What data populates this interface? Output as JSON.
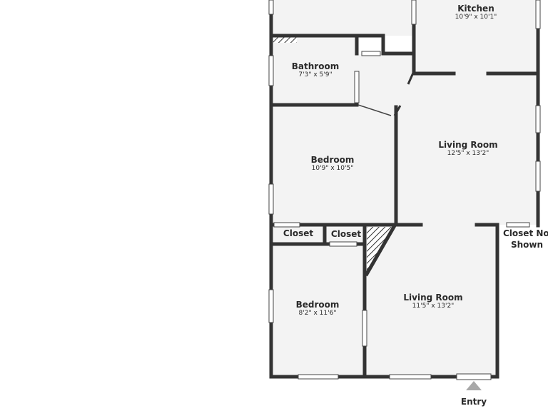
{
  "rooms": [
    {
      "name": "Kitchen",
      "dims": "10'9\" x 10'1\""
    },
    {
      "name": "Bathroom",
      "dims": "7'3\" x 5'9\""
    },
    {
      "name": "Living Room",
      "dims": "12'5\" x 13'2\""
    },
    {
      "name": "Bedroom",
      "dims": "10'9\" x 10'5\""
    },
    {
      "name": "Bedroom",
      "dims": "8'2\" x 11'6\""
    },
    {
      "name": "Living Room",
      "dims": "11'5\" x 13'2\""
    }
  ],
  "closets": [
    "Closet",
    "Closet"
  ],
  "notes": {
    "closet_not_shown_1": "Closet Not",
    "closet_not_shown_2": "Shown"
  },
  "entry": {
    "label": "Entry"
  },
  "colors": {
    "wall": "#333333",
    "floor": "#f3f3f3",
    "window": "#ffffff",
    "entry_arrow": "#a8a8a8"
  }
}
